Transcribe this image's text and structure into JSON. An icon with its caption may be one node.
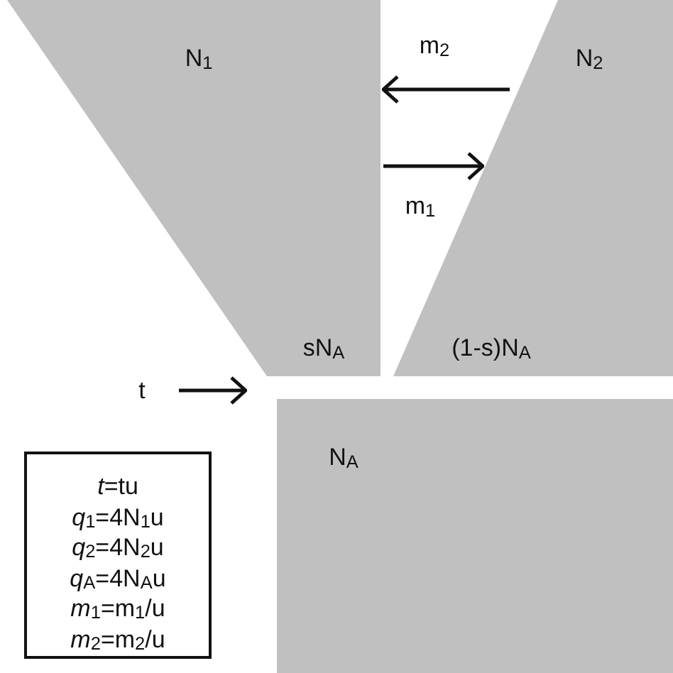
{
  "diagram": {
    "nodes": [
      {
        "text": [
          "N$_{1}$",
          "sN$_{A}$"
        ]
      },
      {
        "text": [
          "N$_{2}$",
          "(1-s)N$_{A}$"
        ]
      },
      {
        "text": [
          "N$_{A}$"
        ]
      },
      {
        "text": [
          "*t*=tu",
          "*q*$_{1}$=4N$_{1}$u",
          "*q*$_{2}$=4N$_{2}$u",
          "*q*$_{A}$=4N$_{A}$u",
          "*m*$_{1}$=m$_{1}$/u",
          "*m*$_{2}$=m$_{2}$/u"
        ]
      }
    ],
    "edges": [
      {
        "from": 1,
        "to": 0,
        "arrow": "to",
        "label": "m$_{2}$"
      },
      {
        "from": 0,
        "to": 1,
        "arrow": "to",
        "label": "m$_{1}$"
      }
    ],
    "labels": [
      "t"
    ]
  }
}
